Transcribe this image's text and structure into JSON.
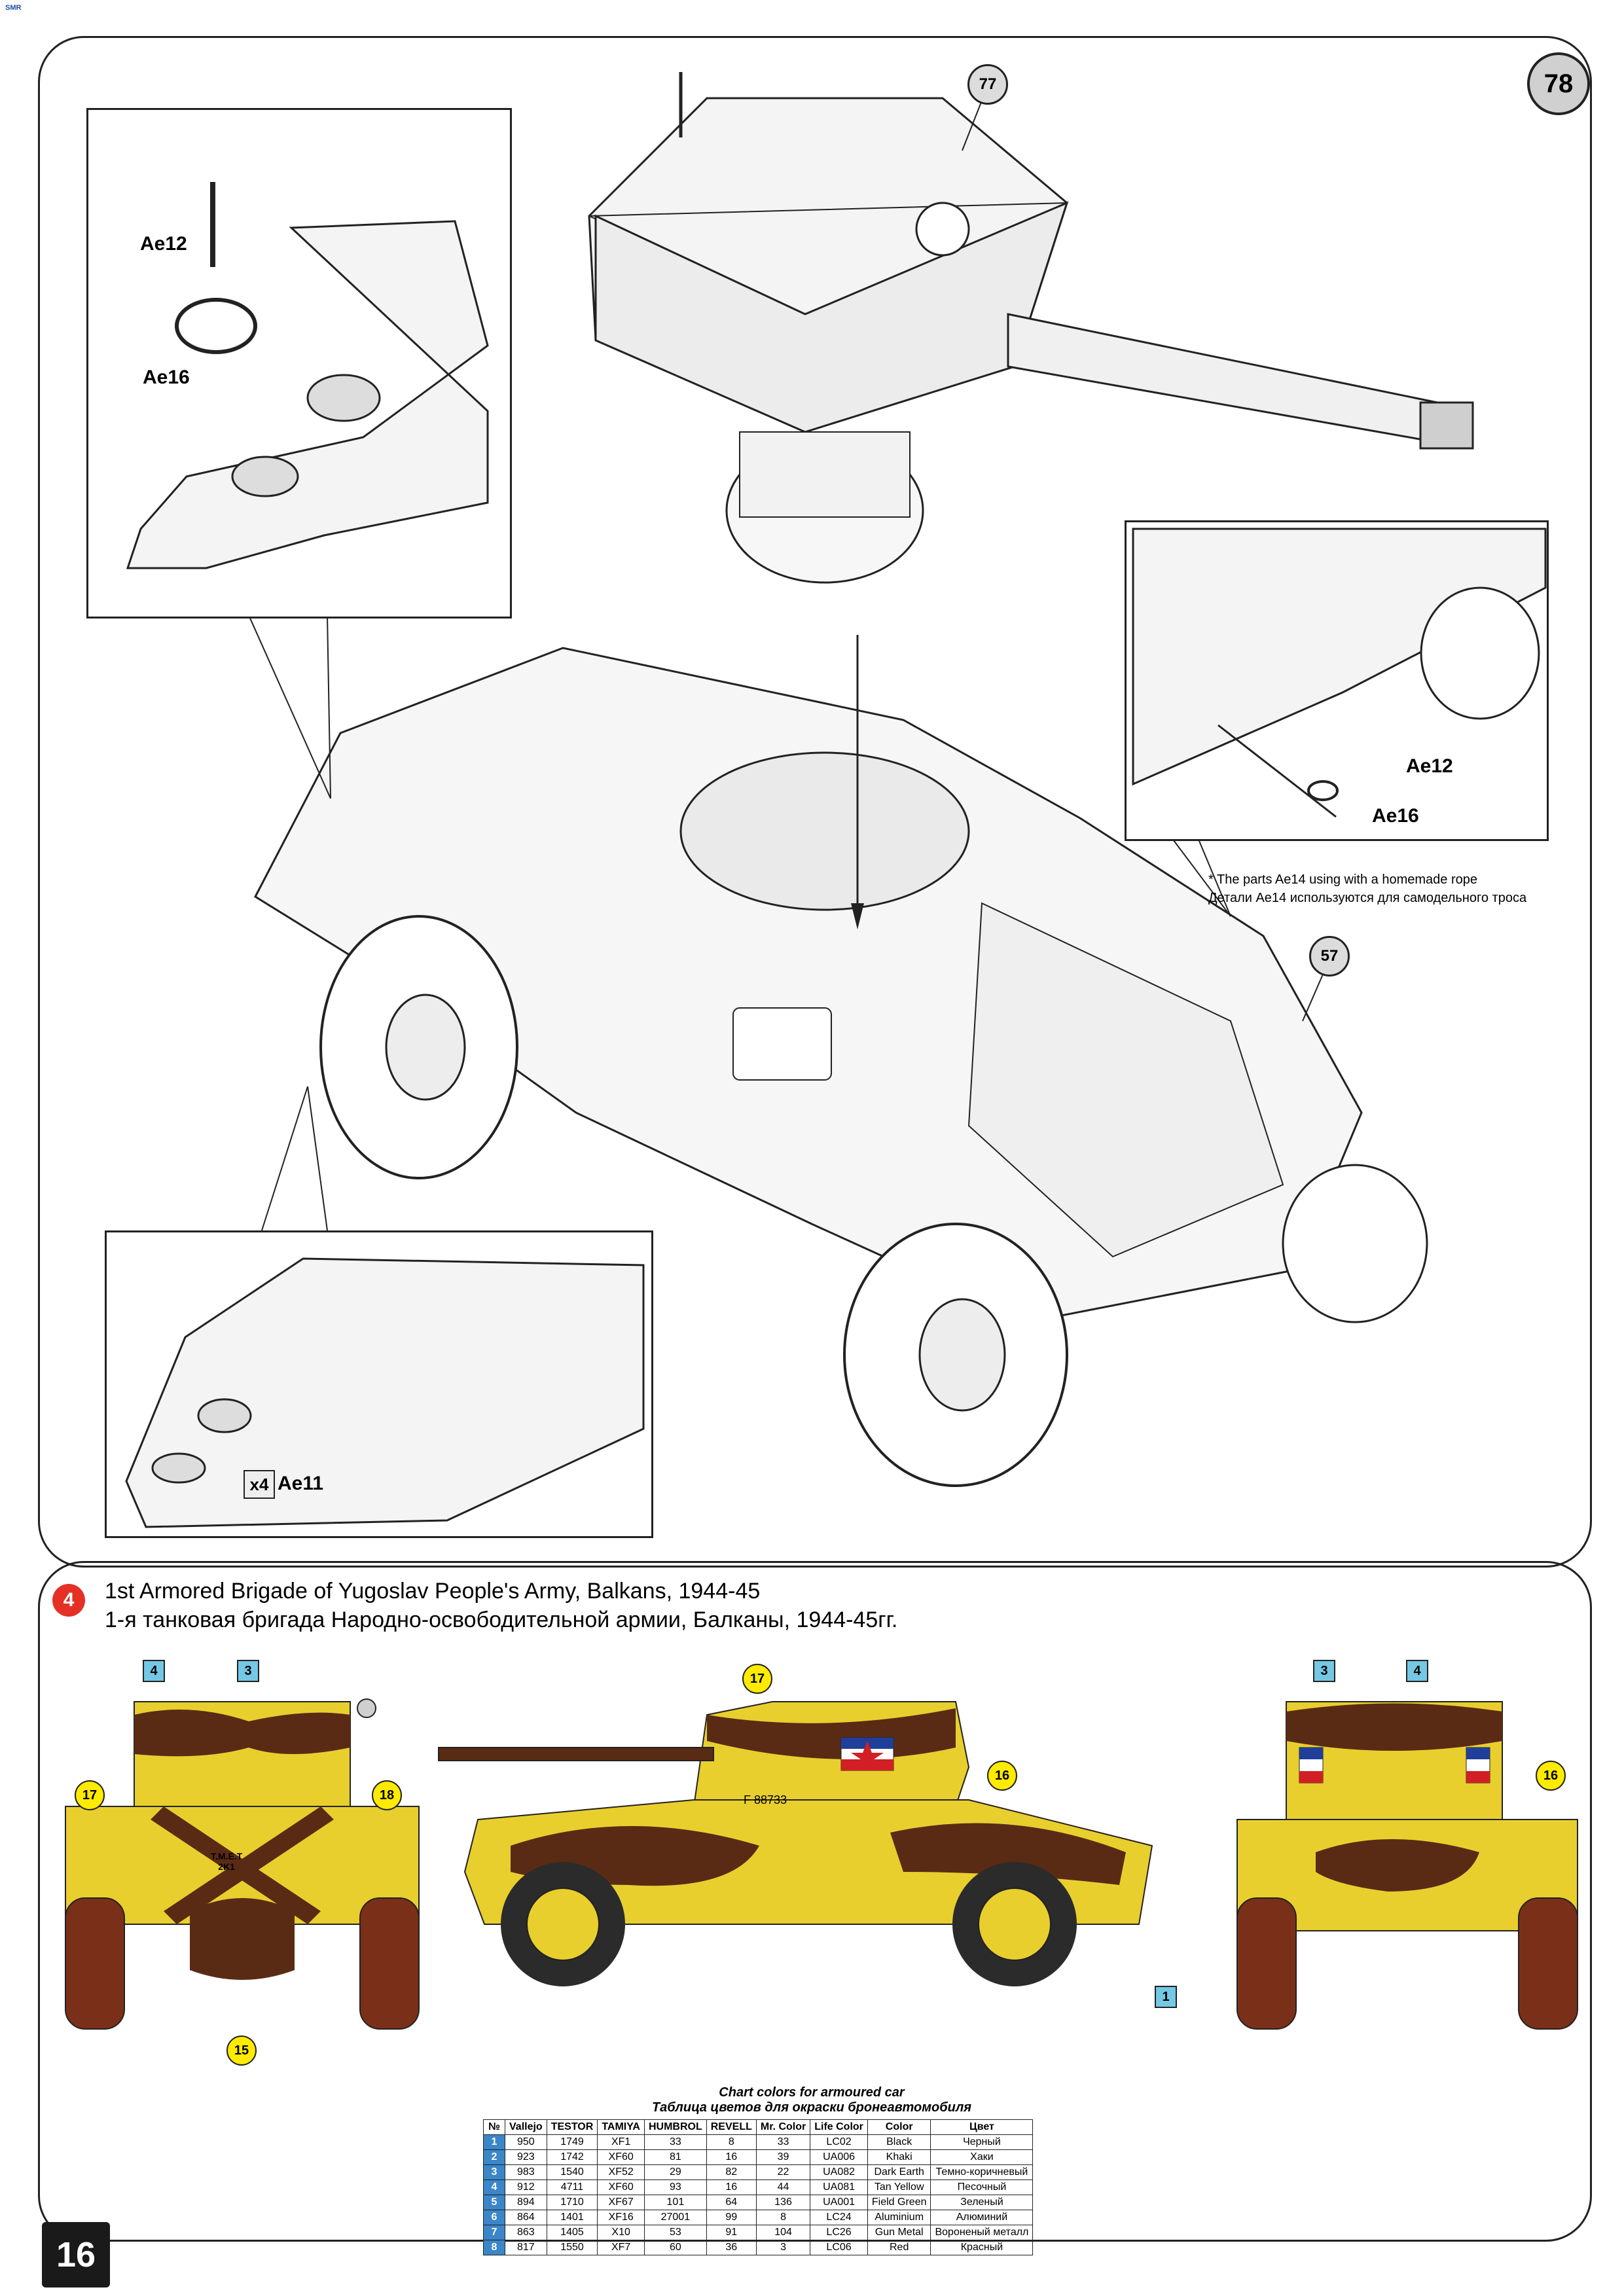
{
  "header": {
    "logo_text": "SMR"
  },
  "stage": {
    "number": "78"
  },
  "callouts": {
    "top_turret": "77",
    "hull": "57"
  },
  "details": {
    "top_left": {
      "label_a": "Ae12",
      "label_b": "Ae16"
    },
    "right": {
      "label_a": "Ae12",
      "label_b": "Ae16"
    },
    "bottom_left": {
      "multiplier": "x4",
      "label": "Ae11"
    }
  },
  "rope_note": {
    "en": "* The parts Ae14 using  with a homemade rope",
    "ru": "Детали Ae14 используются для самодельного троса"
  },
  "option": {
    "number": "4",
    "title_en": "1st Armored Brigade of Yugoslav People's Army, Balkans, 1944-45",
    "title_ru": "1-я танковая бригада Народно-освободительной армии, Балканы, 1944-45гг."
  },
  "profiles": {
    "front": {
      "sq_a": "4",
      "sq_b": "3",
      "c17": "17",
      "c18": "18",
      "c15": "15",
      "plate": "T.M.E.T\n2K1"
    },
    "side": {
      "c17": "17",
      "c16": "16",
      "sq_1": "1",
      "serial": "F 88733"
    },
    "rear": {
      "sq_a": "3",
      "sq_b": "4",
      "c16": "16"
    }
  },
  "chart": {
    "caption_en": "Chart colors for armoured car",
    "caption_ru": "Таблица цветов для окраски бронеавтомобиля",
    "headers": [
      "№",
      "Vallejo",
      "TESTOR",
      "TAMIYA",
      "HUMBROL",
      "REVELL",
      "Mr. Color",
      "Life Color",
      "Color",
      "Цвет"
    ],
    "rows": [
      [
        "1",
        "950",
        "1749",
        "XF1",
        "33",
        "8",
        "33",
        "LC02",
        "Black",
        "Черный"
      ],
      [
        "2",
        "923",
        "1742",
        "XF60",
        "81",
        "16",
        "39",
        "UA006",
        "Khaki",
        "Хаки"
      ],
      [
        "3",
        "983",
        "1540",
        "XF52",
        "29",
        "82",
        "22",
        "UA082",
        "Dark Earth",
        "Темно-коричневый"
      ],
      [
        "4",
        "912",
        "4711",
        "XF60",
        "93",
        "16",
        "44",
        "UA081",
        "Tan Yellow",
        "Песочный"
      ],
      [
        "5",
        "894",
        "1710",
        "XF67",
        "101",
        "64",
        "136",
        "UA001",
        "Field Green",
        "Зеленый"
      ],
      [
        "6",
        "864",
        "1401",
        "XF16",
        "27001",
        "99",
        "8",
        "LC24",
        "Aluminium",
        "Алюминий"
      ],
      [
        "7",
        "863",
        "1405",
        "X10",
        "53",
        "91",
        "104",
        "LC26",
        "Gun Metal",
        "Вороненый металл"
      ],
      [
        "8",
        "817",
        "1550",
        "XF7",
        "60",
        "36",
        "3",
        "LC06",
        "Red",
        "Красный"
      ]
    ]
  },
  "page": {
    "number": "16"
  },
  "colors": {
    "sand": "#e9cf2e",
    "brown": "#5a2b14",
    "option_red": "#e53026",
    "sq_blue": "#74c8e4",
    "callout_yellow": "#ffeb00"
  }
}
